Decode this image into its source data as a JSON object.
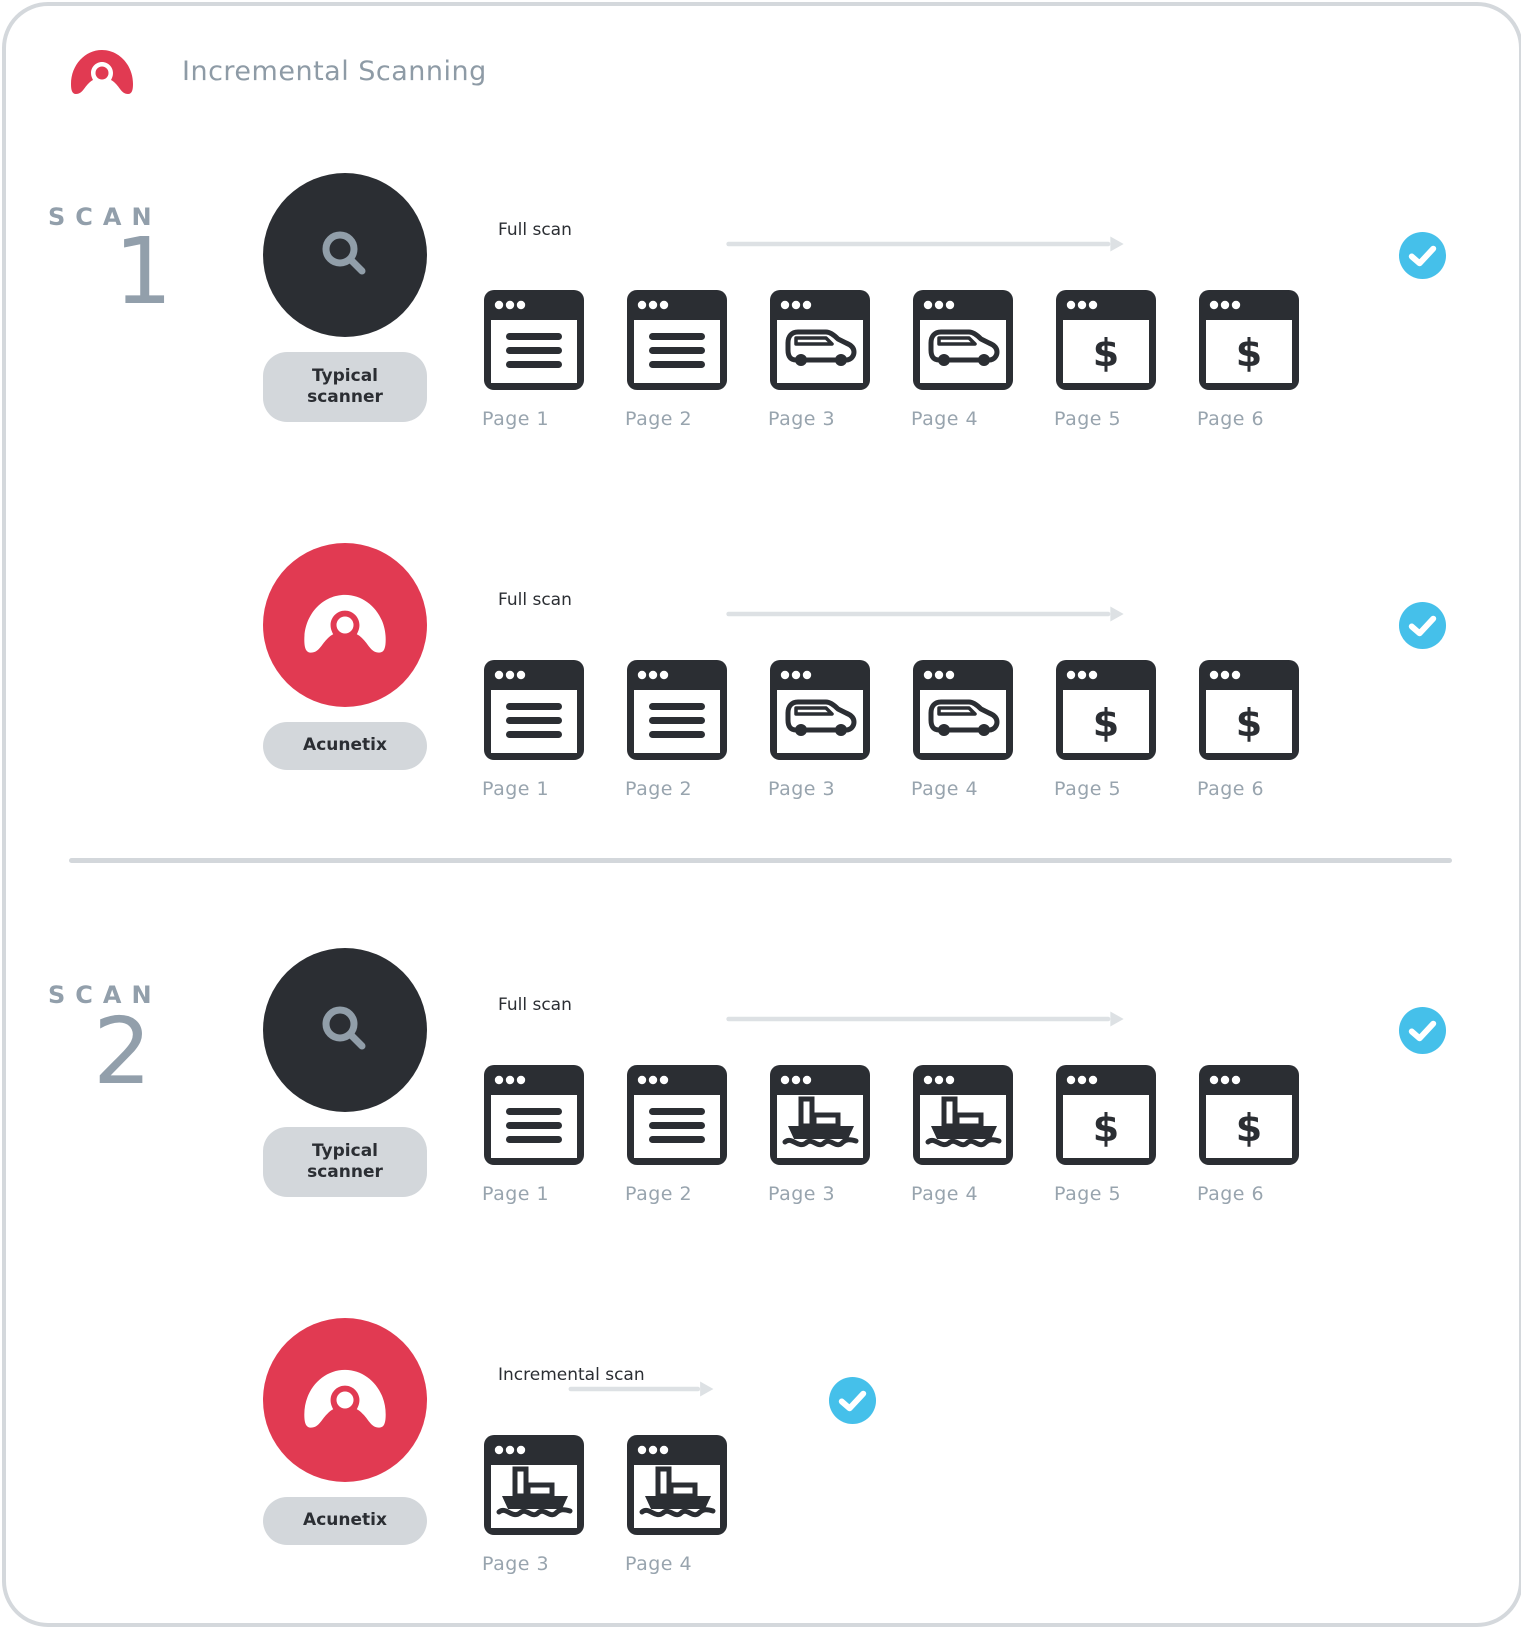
{
  "header": {
    "logo": "acunetix-logo-icon",
    "title": "Incremental Scanning"
  },
  "colors": {
    "brand_red": "#e13a52",
    "dark": "#2b2e33",
    "muted_gray": "#929fab",
    "pill_gray": "#d3d7db",
    "arrow_gray": "#dde1e4",
    "check_blue": "#45c0ea"
  },
  "scans": [
    {
      "label": "SCAN",
      "number": "1",
      "rows": [
        {
          "scanner": "Typical scanner",
          "scanner_line1": "Typical",
          "scanner_line2": "scanner",
          "icon": "search-icon",
          "scan_type": "Full scan",
          "status": "check-icon",
          "pages": [
            {
              "label": "Page 1",
              "content": "text-lines"
            },
            {
              "label": "Page 2",
              "content": "text-lines"
            },
            {
              "label": "Page 3",
              "content": "car"
            },
            {
              "label": "Page 4",
              "content": "car"
            },
            {
              "label": "Page 5",
              "content": "dollar"
            },
            {
              "label": "Page 6",
              "content": "dollar"
            }
          ]
        },
        {
          "scanner": "Acunetix",
          "icon": "acunetix-logo-icon",
          "scan_type": "Full scan",
          "status": "check-icon",
          "pages": [
            {
              "label": "Page 1",
              "content": "text-lines"
            },
            {
              "label": "Page 2",
              "content": "text-lines"
            },
            {
              "label": "Page 3",
              "content": "car"
            },
            {
              "label": "Page 4",
              "content": "car"
            },
            {
              "label": "Page 5",
              "content": "dollar"
            },
            {
              "label": "Page 6",
              "content": "dollar"
            }
          ]
        }
      ]
    },
    {
      "label": "SCAN",
      "number": "2",
      "rows": [
        {
          "scanner": "Typical scanner",
          "scanner_line1": "Typical",
          "scanner_line2": "scanner",
          "icon": "search-icon",
          "scan_type": "Full scan",
          "status": "check-icon",
          "pages": [
            {
              "label": "Page 1",
              "content": "text-lines"
            },
            {
              "label": "Page 2",
              "content": "text-lines"
            },
            {
              "label": "Page 3",
              "content": "ship"
            },
            {
              "label": "Page 4",
              "content": "ship"
            },
            {
              "label": "Page 5",
              "content": "dollar"
            },
            {
              "label": "Page 6",
              "content": "dollar"
            }
          ]
        },
        {
          "scanner": "Acunetix",
          "icon": "acunetix-logo-icon",
          "scan_type": "Incremental scan",
          "status": "check-icon",
          "pages": [
            {
              "label": "Page 3",
              "content": "ship"
            },
            {
              "label": "Page 4",
              "content": "ship"
            }
          ]
        }
      ]
    }
  ]
}
